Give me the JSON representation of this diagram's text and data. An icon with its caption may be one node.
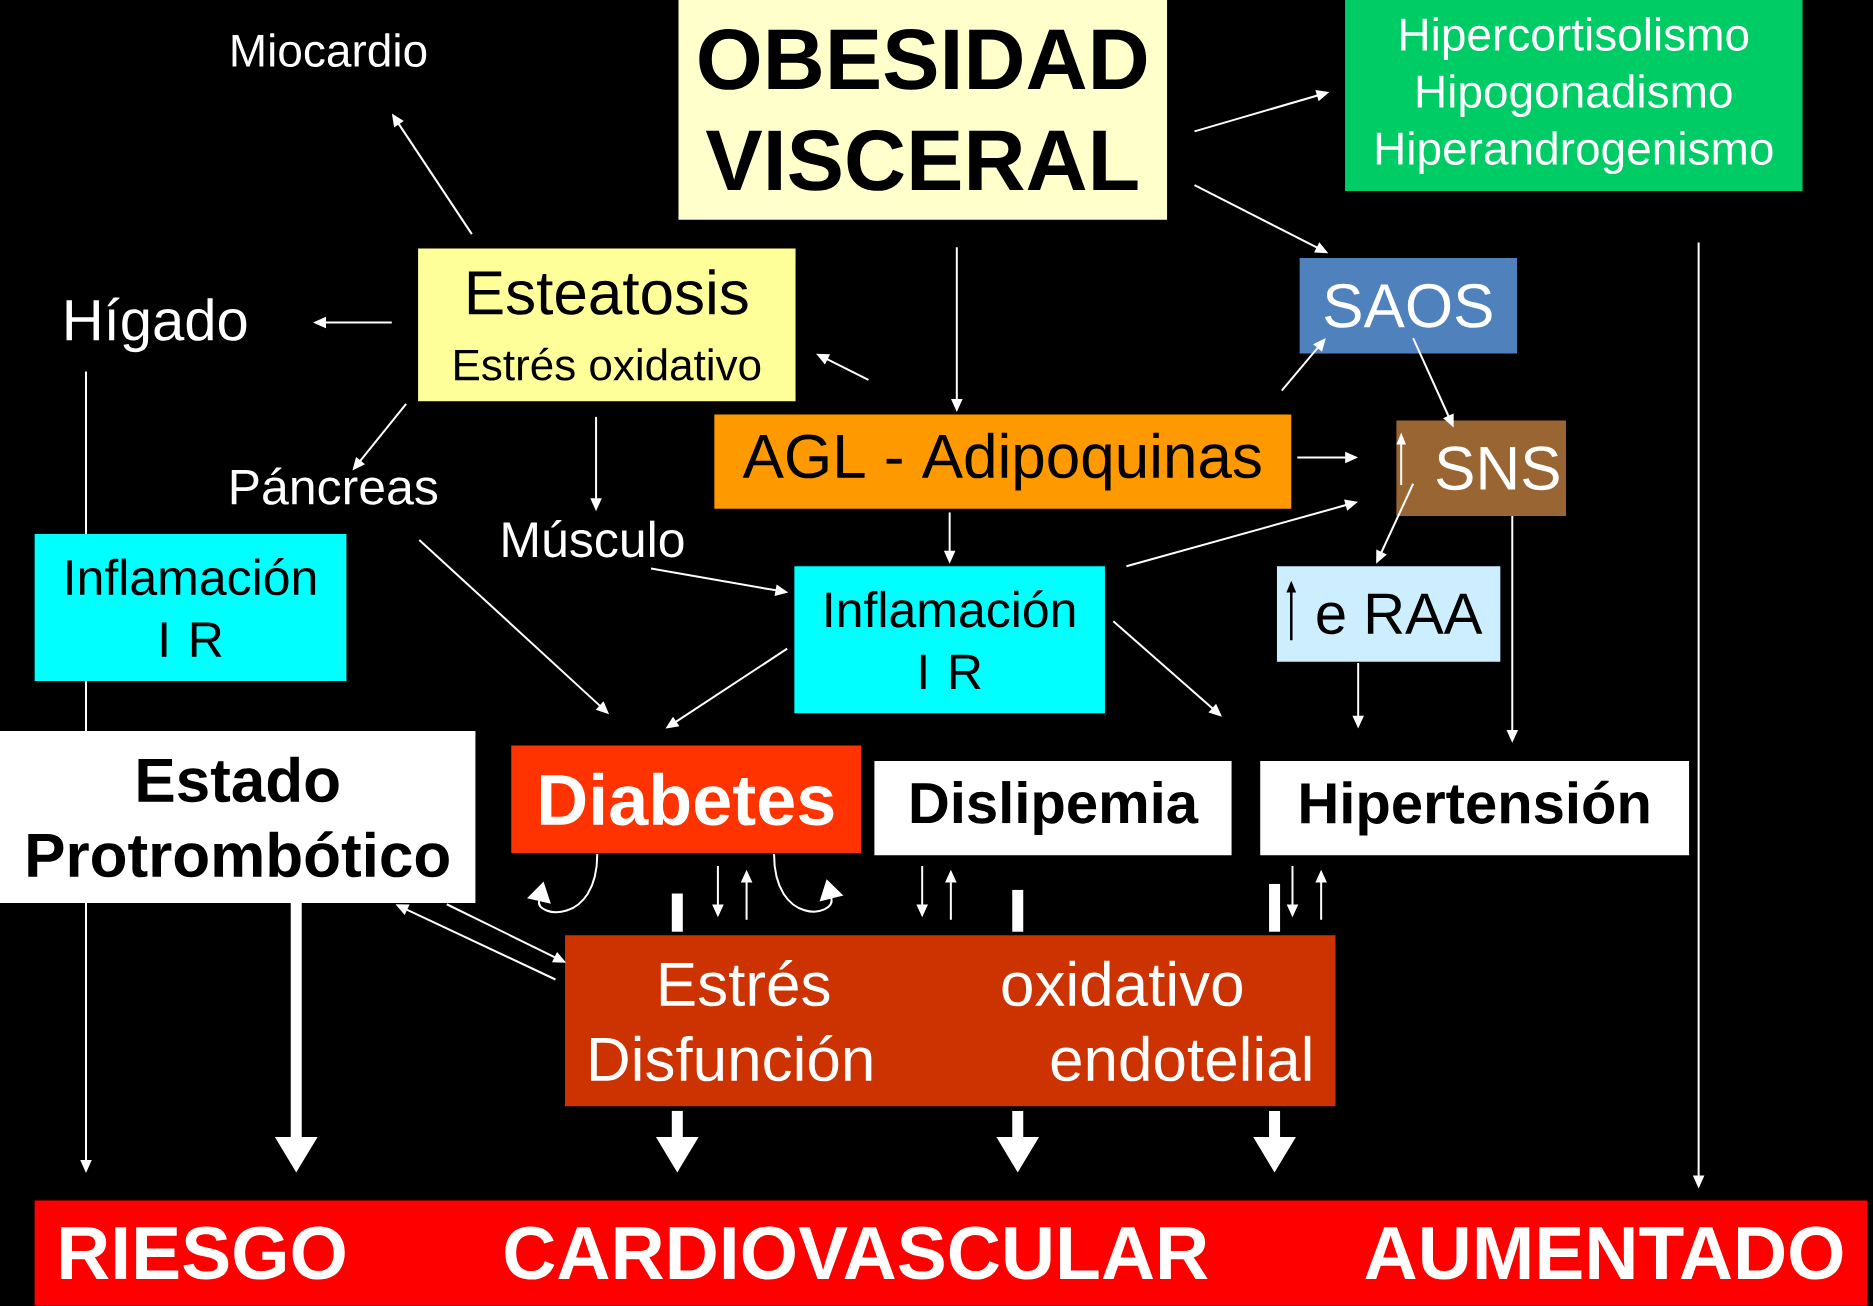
{
  "diagram": {
    "nodes": [
      {
        "text": [
          "OBESIDAD VISCERAL"
        ]
      },
      {
        "text": [
          "Hipercortisolismo",
          "Hipogonadismo",
          "Hiperandrogenismo"
        ]
      },
      {
        "text": [
          "Miocardio"
        ]
      },
      {
        "text": [
          "Esteatosis",
          "Estrés oxidativo"
        ]
      },
      {
        "text": [
          "Hígado"
        ]
      },
      {
        "text": [
          "SAOS"
        ]
      },
      {
        "text": [
          "AGL - Adipoquinas"
        ]
      },
      {
        "text": [
          "SNS"
        ]
      },
      {
        "text": [
          "Páncreas"
        ]
      },
      {
        "text": [
          "Músculo"
        ]
      },
      {
        "text": [
          "Inflamación I R"
        ]
      },
      {
        "text": [
          "Inflamación I R"
        ]
      },
      {
        "text": [
          "e RAA"
        ]
      },
      {
        "text": [
          "Estado Protrombótico"
        ]
      },
      {
        "text": [
          "Diabetes"
        ]
      },
      {
        "text": [
          "Dislipemia"
        ]
      },
      {
        "text": [
          "Hipertensión"
        ]
      },
      {
        "text": [
          "Estrés oxidativo",
          "Disfunción endotelial"
        ]
      },
      {
        "text": [
          "RIESGO CARDIOVASCULAR AUMENTADO"
        ]
      }
    ],
    "edges": [
      {
        "from": 0,
        "to": 1,
        "arrow": "to"
      },
      {
        "from": 0,
        "to": 5,
        "arrow": "to"
      },
      {
        "from": 0,
        "to": 6,
        "arrow": "to"
      },
      {
        "from": 3,
        "to": 2,
        "arrow": "to"
      },
      {
        "from": 3,
        "to": 4,
        "arrow": "to"
      },
      {
        "from": 6,
        "to": 3,
        "arrow": "to"
      },
      {
        "from": 3,
        "to": 8,
        "arrow": "to"
      },
      {
        "from": 3,
        "to": 9,
        "arrow": "to"
      },
      {
        "from": 6,
        "to": 5,
        "arrow": "to"
      },
      {
        "from": 6,
        "to": 7,
        "arrow": "to"
      },
      {
        "from": 5,
        "to": 7,
        "arrow": "to"
      },
      {
        "from": 6,
        "to": 11,
        "arrow": "to"
      },
      {
        "from": 9,
        "to": 11,
        "arrow": "to"
      },
      {
        "from": 11,
        "to": 7,
        "arrow": "to"
      },
      {
        "from": 7,
        "to": 12,
        "arrow": "to"
      },
      {
        "from": 8,
        "to": 14,
        "arrow": "to"
      },
      {
        "from": 11,
        "to": 14,
        "arrow": "to"
      },
      {
        "from": 11,
        "to": 15,
        "arrow": "to"
      },
      {
        "from": 12,
        "to": 16,
        "arrow": "to"
      },
      {
        "from": 7,
        "to": 16,
        "arrow": "to"
      },
      {
        "from": 1,
        "to": 18,
        "arrow": "to"
      },
      {
        "from": 4,
        "to": 10,
        "arrow": "none"
      },
      {
        "from": 10,
        "to": 13,
        "arrow": "none"
      },
      {
        "from": 13,
        "to": 18,
        "arrow": "to"
      },
      {
        "from": 13,
        "to": 18,
        "arrow": "to",
        "style": "thick"
      },
      {
        "from": 17,
        "to": 13,
        "arrow": "to"
      },
      {
        "from": 13,
        "to": 17,
        "arrow": "to"
      },
      {
        "from": 14,
        "to": 17,
        "arrow": "none",
        "style": "thick"
      },
      {
        "from": 14,
        "to": 17,
        "arrow": "to"
      },
      {
        "from": 17,
        "to": 14,
        "arrow": "to"
      },
      {
        "from": 17,
        "to": 18,
        "arrow": "to",
        "style": "thick"
      },
      {
        "from": 15,
        "to": 17,
        "arrow": "to"
      },
      {
        "from": 17,
        "to": 15,
        "arrow": "to"
      },
      {
        "from": 15,
        "to": 17,
        "arrow": "none",
        "style": "thick"
      },
      {
        "from": 17,
        "to": 18,
        "arrow": "to",
        "style": "thick"
      },
      {
        "from": 16,
        "to": 17,
        "arrow": "to"
      },
      {
        "from": 17,
        "to": 16,
        "arrow": "to"
      },
      {
        "from": 16,
        "to": 17,
        "arrow": "none",
        "style": "thick"
      },
      {
        "from": 17,
        "to": 18,
        "arrow": "to",
        "style": "thick"
      },
      {
        "from": 14,
        "to": 14,
        "arrow": "to"
      },
      {
        "from": 14,
        "to": 14,
        "arrow": "to"
      }
    ]
  }
}
